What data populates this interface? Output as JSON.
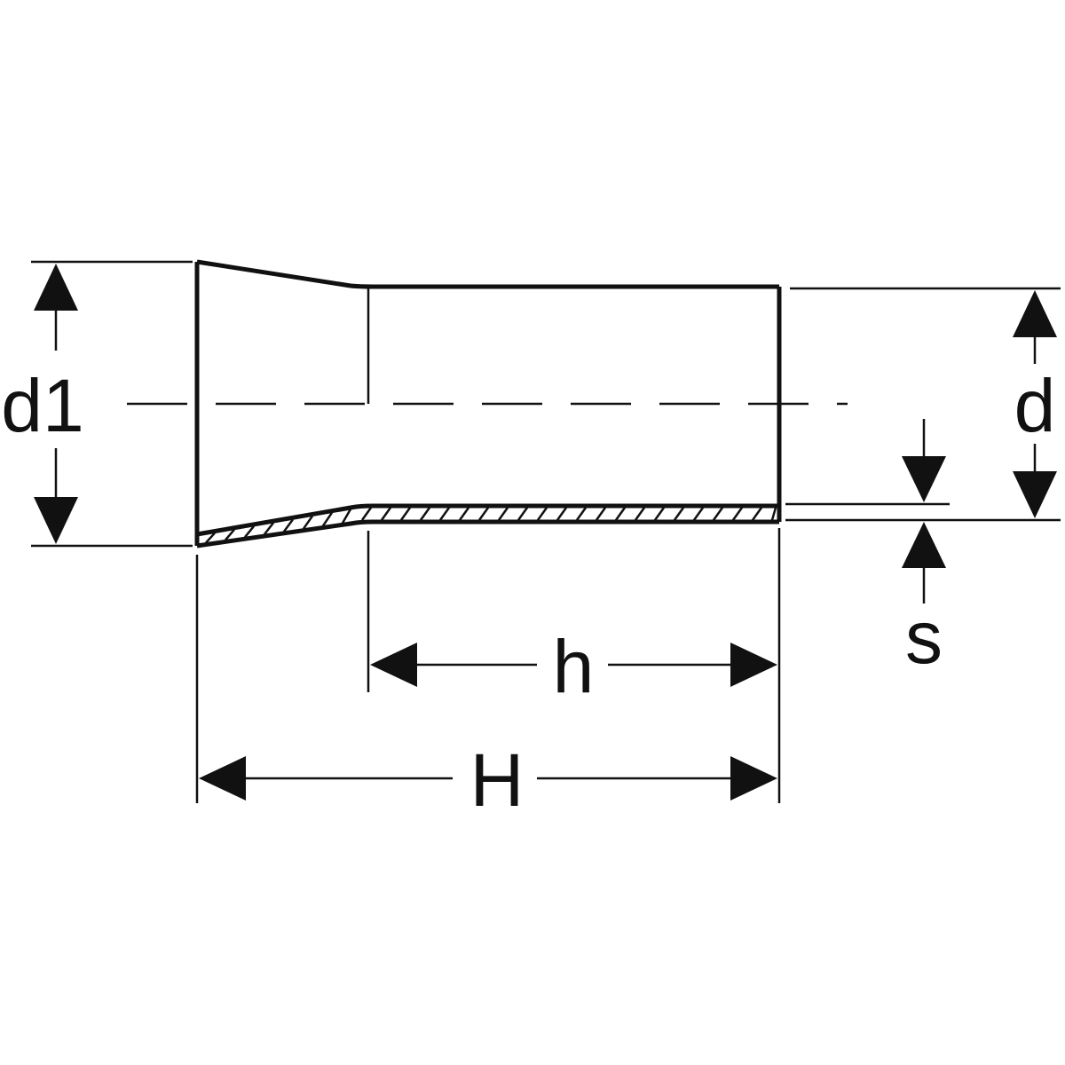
{
  "drawing": {
    "labels": {
      "d1": "d1",
      "d": "d",
      "s": "s",
      "h": "h",
      "H": "H"
    },
    "colors": {
      "ink": "#111111",
      "background": "#ffffff"
    }
  }
}
